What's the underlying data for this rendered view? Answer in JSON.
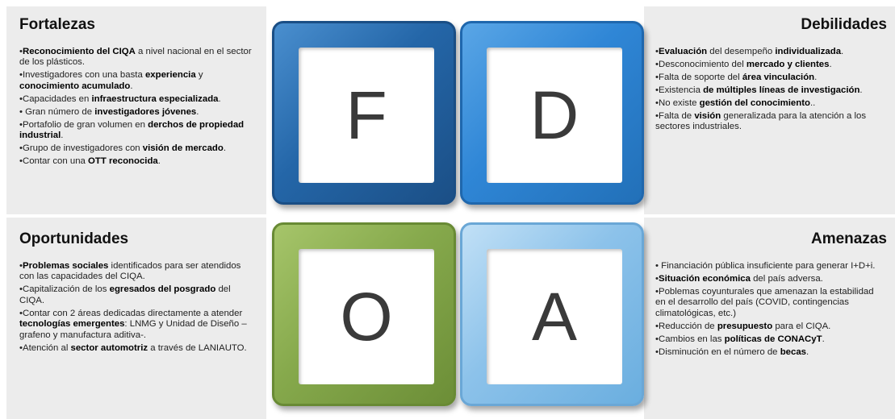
{
  "fortalezas": {
    "title": "Fortalezas",
    "items": [
      {
        "pre": "•",
        "b1": "Reconocimiento del CIQA",
        "t1": " a nivel nacional en el sector de los plásticos.",
        "b2": "",
        "t2": ""
      },
      {
        "pre": "•Investigadores con una basta ",
        "b1": "experiencia",
        "t1": " y ",
        "b2": "conocimiento acumulado",
        "t2": "."
      },
      {
        "pre": "•Capacidades en ",
        "b1": "infraestructura especializada",
        "t1": ".",
        "b2": "",
        "t2": ""
      },
      {
        "pre": "• Gran número de ",
        "b1": "investigadores jóvenes",
        "t1": ".",
        "b2": "",
        "t2": ""
      },
      {
        "pre": "•Portafolio de gran volumen en ",
        "b1": "derchos de propiedad industrial",
        "t1": ".",
        "b2": "",
        "t2": ""
      },
      {
        "pre": "•Grupo de investigadores con ",
        "b1": "visión de mercado",
        "t1": ".",
        "b2": "",
        "t2": ""
      },
      {
        "pre": "•Contar con una ",
        "b1": "OTT reconocida",
        "t1": ".",
        "b2": "",
        "t2": ""
      }
    ]
  },
  "debilidades": {
    "title": "Debilidades",
    "items": [
      {
        "pre": "•",
        "b1": "Evaluación",
        "t1": " del desempeño ",
        "b2": "individualizada",
        "t2": "."
      },
      {
        "pre": "•Desconocimiento del ",
        "b1": "mercado y  clientes",
        "t1": ".",
        "b2": "",
        "t2": ""
      },
      {
        "pre": "•Falta de soporte del ",
        "b1": "área vinculación",
        "t1": ".",
        "b2": "",
        "t2": ""
      },
      {
        "pre": "•Existencia ",
        "b1": "de múltiples líneas de investigación",
        "t1": ".",
        "b2": "",
        "t2": ""
      },
      {
        "pre": "•No existe ",
        "b1": "gestión del conocimiento",
        "t1": "..",
        "b2": "",
        "t2": ""
      },
      {
        "pre": "•Falta de ",
        "b1": "visión",
        "t1": " generalizada para la atención a los sectores industriales.",
        "b2": "",
        "t2": ""
      }
    ]
  },
  "oportunidades": {
    "title": "Oportunidades",
    "items": [
      {
        "pre": "•",
        "b1": "Problemas sociales",
        "t1": " identificados para ser atendidos con las capacidades del CIQA.",
        "b2": "",
        "t2": ""
      },
      {
        "pre": "•Capitalización de los ",
        "b1": "egresados del posgrado",
        "t1": " del CIQA.",
        "b2": "",
        "t2": ""
      },
      {
        "pre": "•Contar con 2 áreas dedicadas directamente a atender ",
        "b1": "tecnologías emergentes",
        "t1": ": LNMG y Unidad de Diseño –grafeno y manufactura aditiva-.",
        "b2": "",
        "t2": ""
      },
      {
        "pre": "•Atención al ",
        "b1": "sector automotriz",
        "t1": " a través de LANIAUTO.",
        "b2": "",
        "t2": ""
      }
    ]
  },
  "amenazas": {
    "title": "Amenazas",
    "items": [
      {
        "pre": "• Financiación pública insuficiente para generar I+D+i.",
        "b1": "",
        "t1": "",
        "b2": "",
        "t2": ""
      },
      {
        "pre": "•",
        "b1": "Situación económica",
        "t1": " del país adversa.",
        "b2": "",
        "t2": ""
      },
      {
        "pre": "•Poblemas coyunturales que amenazan la estabilidad en el desarrollo del país (COVID, contingencias climatológicas, etc.)",
        "b1": "",
        "t1": "",
        "b2": "",
        "t2": ""
      },
      {
        "pre": "•Reducción de ",
        "b1": "presupuesto",
        "t1": " para el CIQA.",
        "b2": "",
        "t2": ""
      },
      {
        "pre": "•Cambios en las ",
        "b1": "políticas de CONACyT",
        "t1": ".",
        "b2": "",
        "t2": ""
      },
      {
        "pre": "•Disminución en el número de ",
        "b1": "becas",
        "t1": ".",
        "b2": "",
        "t2": ""
      }
    ]
  },
  "tiles": {
    "f": "F",
    "d": "D",
    "o": "O",
    "a": "A"
  },
  "colors": {
    "f_tile": "#2466a8",
    "d_tile": "#2f86d6",
    "o_tile": "#86a94c",
    "a_tile": "#8cc2ea",
    "panel_bg": "#ececec"
  }
}
